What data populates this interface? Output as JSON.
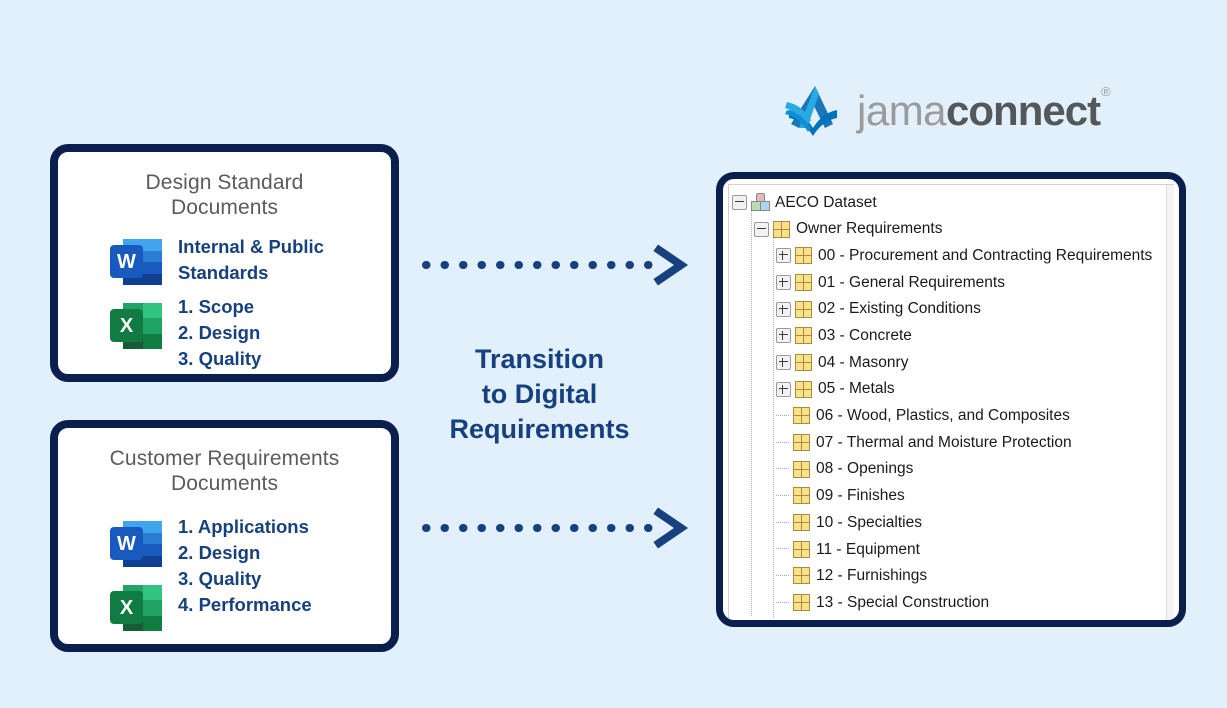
{
  "background_color": "#e2f0fc",
  "accent_navy": "#0b1f4e",
  "accent_blue": "#17407e",
  "logo": {
    "mark_name": "jama-logo-mark",
    "word_1": "jama",
    "word_2": "connect",
    "registered": "®"
  },
  "center": {
    "line_1": "Transition",
    "line_2": "to Digital",
    "line_3": "Requirements",
    "arrow_top_name": "dotted-arrow-top",
    "arrow_bottom_name": "dotted-arrow-bottom"
  },
  "cards": [
    {
      "id": "design-standard",
      "title_line_1": "Design Standard",
      "title_line_2": "Documents",
      "word_icon_letter": "W",
      "excel_icon_letter": "X",
      "lead_line_1": "Internal & Public",
      "lead_line_2": "Standards",
      "items": [
        "1. Scope",
        "2. Design",
        "3. Quality"
      ]
    },
    {
      "id": "customer-requirements",
      "title_line_1": "Customer Requirements",
      "title_line_2": "Documents",
      "word_icon_letter": "W",
      "excel_icon_letter": "X",
      "lead_line_1": "",
      "lead_line_2": "",
      "items": [
        "1. Applications",
        "2. Design",
        "3. Quality",
        "4. Performance"
      ]
    }
  ],
  "tree": {
    "root": {
      "label": "AECO Dataset",
      "state": "expanded",
      "icon": "blocks-icon"
    },
    "nodes": [
      {
        "label": "Owner Requirements",
        "depth": 1,
        "state": "expanded",
        "icon": "folder-grid-icon"
      },
      {
        "label": "00 - Procurement and Contracting Requirements",
        "depth": 2,
        "state": "collapsed",
        "icon": "folder-grid-icon"
      },
      {
        "label": "01 - General Requirements",
        "depth": 2,
        "state": "collapsed",
        "icon": "folder-grid-icon"
      },
      {
        "label": "02 - Existing Conditions",
        "depth": 2,
        "state": "collapsed",
        "icon": "folder-grid-icon"
      },
      {
        "label": "03 - Concrete",
        "depth": 2,
        "state": "collapsed",
        "icon": "folder-grid-icon"
      },
      {
        "label": "04 - Masonry",
        "depth": 2,
        "state": "collapsed",
        "icon": "folder-grid-icon"
      },
      {
        "label": "05 - Metals",
        "depth": 2,
        "state": "collapsed",
        "icon": "folder-grid-icon"
      },
      {
        "label": "06 - Wood, Plastics, and Composites",
        "depth": 2,
        "state": "leaf",
        "icon": "folder-grid-icon"
      },
      {
        "label": "07 - Thermal and Moisture Protection",
        "depth": 2,
        "state": "leaf",
        "icon": "folder-grid-icon"
      },
      {
        "label": "08 - Openings",
        "depth": 2,
        "state": "leaf",
        "icon": "folder-grid-icon"
      },
      {
        "label": "09 - Finishes",
        "depth": 2,
        "state": "leaf",
        "icon": "folder-grid-icon"
      },
      {
        "label": "10 - Specialties",
        "depth": 2,
        "state": "leaf",
        "icon": "folder-grid-icon"
      },
      {
        "label": "11 - Equipment",
        "depth": 2,
        "state": "leaf",
        "icon": "folder-grid-icon"
      },
      {
        "label": "12 - Furnishings",
        "depth": 2,
        "state": "leaf",
        "icon": "folder-grid-icon"
      },
      {
        "label": "13 - Special Construction",
        "depth": 2,
        "state": "leaf",
        "icon": "folder-grid-icon"
      },
      {
        "label": "",
        "depth": 2,
        "state": "leaf",
        "icon": "folder-grid-icon"
      }
    ]
  }
}
